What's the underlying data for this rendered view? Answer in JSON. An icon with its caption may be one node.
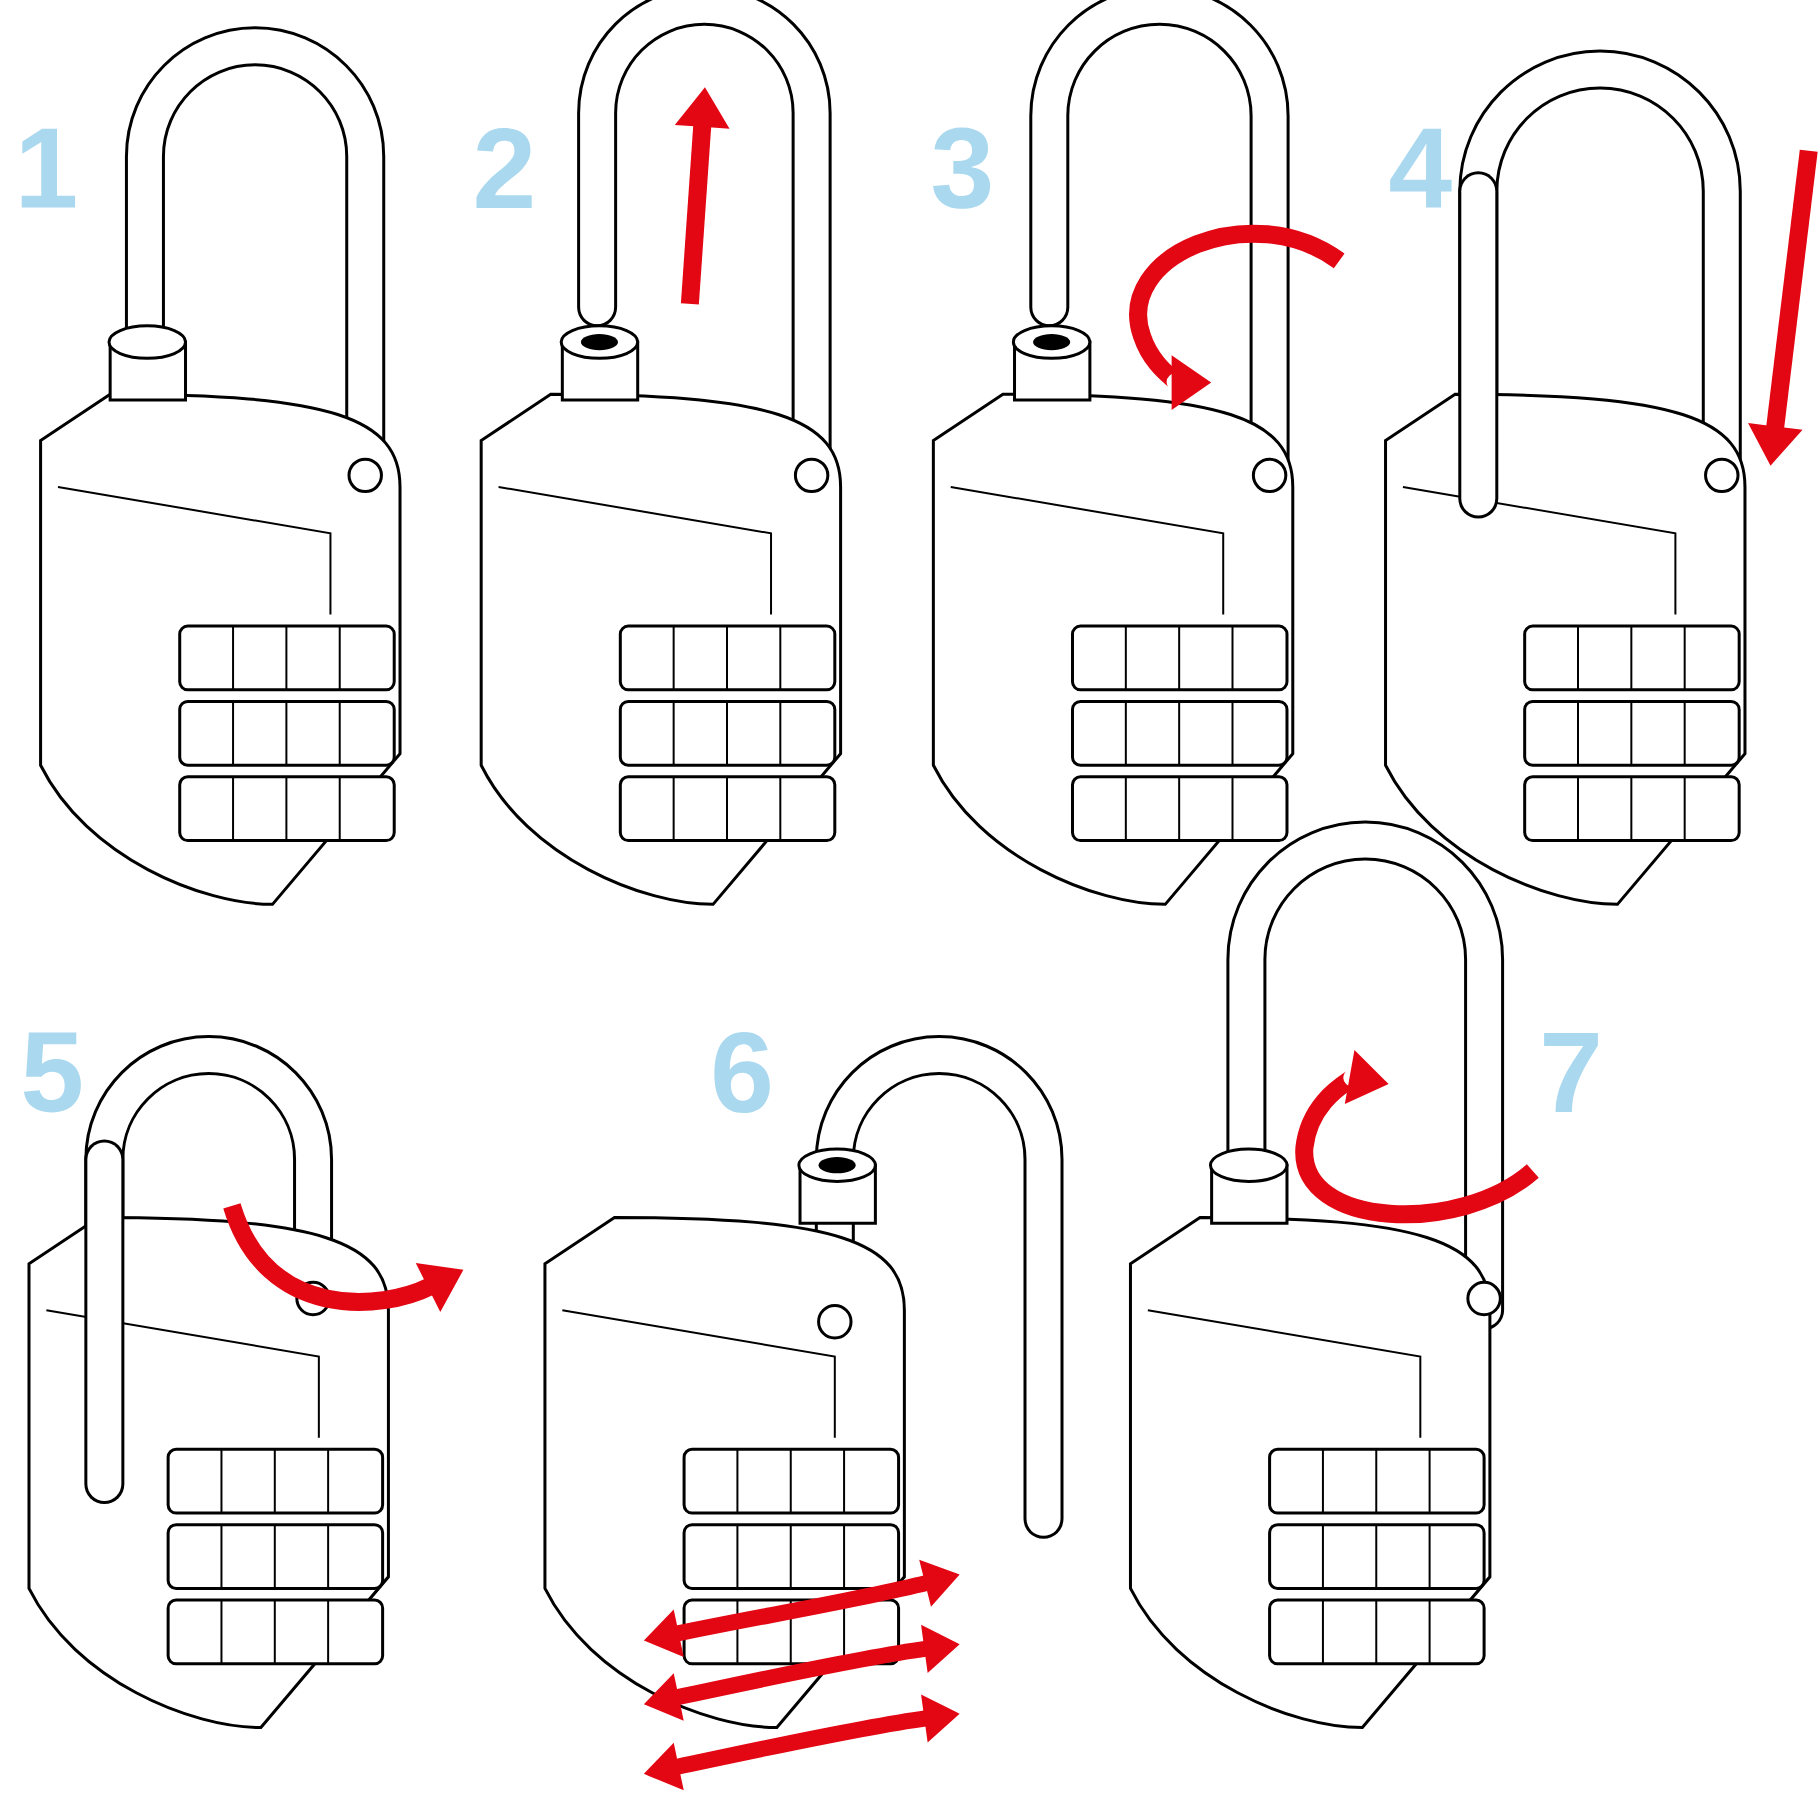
{
  "diagram": {
    "labels": [
      "1",
      "2",
      "3",
      "4",
      "5",
      "6",
      "7"
    ]
  }
}
